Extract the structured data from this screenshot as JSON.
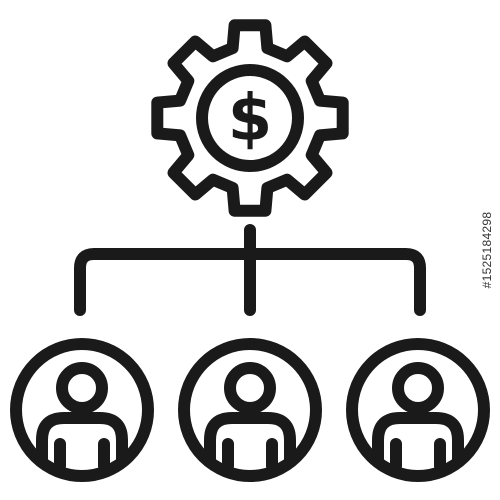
{
  "icon": {
    "subject": "money-gear-hierarchy",
    "stroke_color": "#1a1a1a",
    "background": "#ffffff",
    "gear_symbol": "$",
    "people_count": 3
  },
  "watermark": {
    "stock_id": "#1525184298"
  }
}
